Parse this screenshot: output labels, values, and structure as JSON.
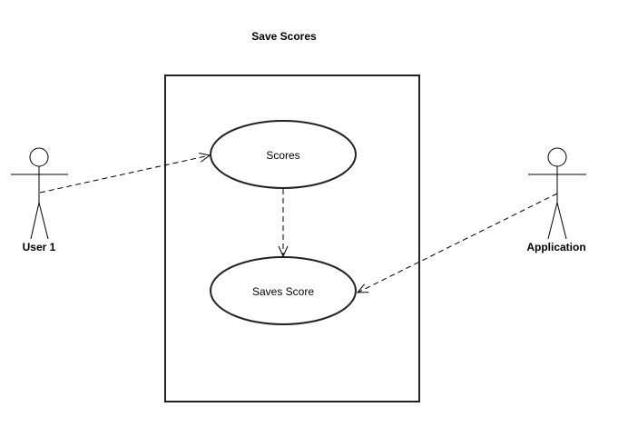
{
  "title": "Save Scores",
  "actors": {
    "user": {
      "label": "User 1"
    },
    "application": {
      "label": "Application"
    }
  },
  "use_cases": {
    "scores": {
      "label": "Scores"
    },
    "saves_score": {
      "label": "Saves Score"
    }
  },
  "colors": {
    "stroke": "#000000",
    "background": "#ffffff"
  }
}
